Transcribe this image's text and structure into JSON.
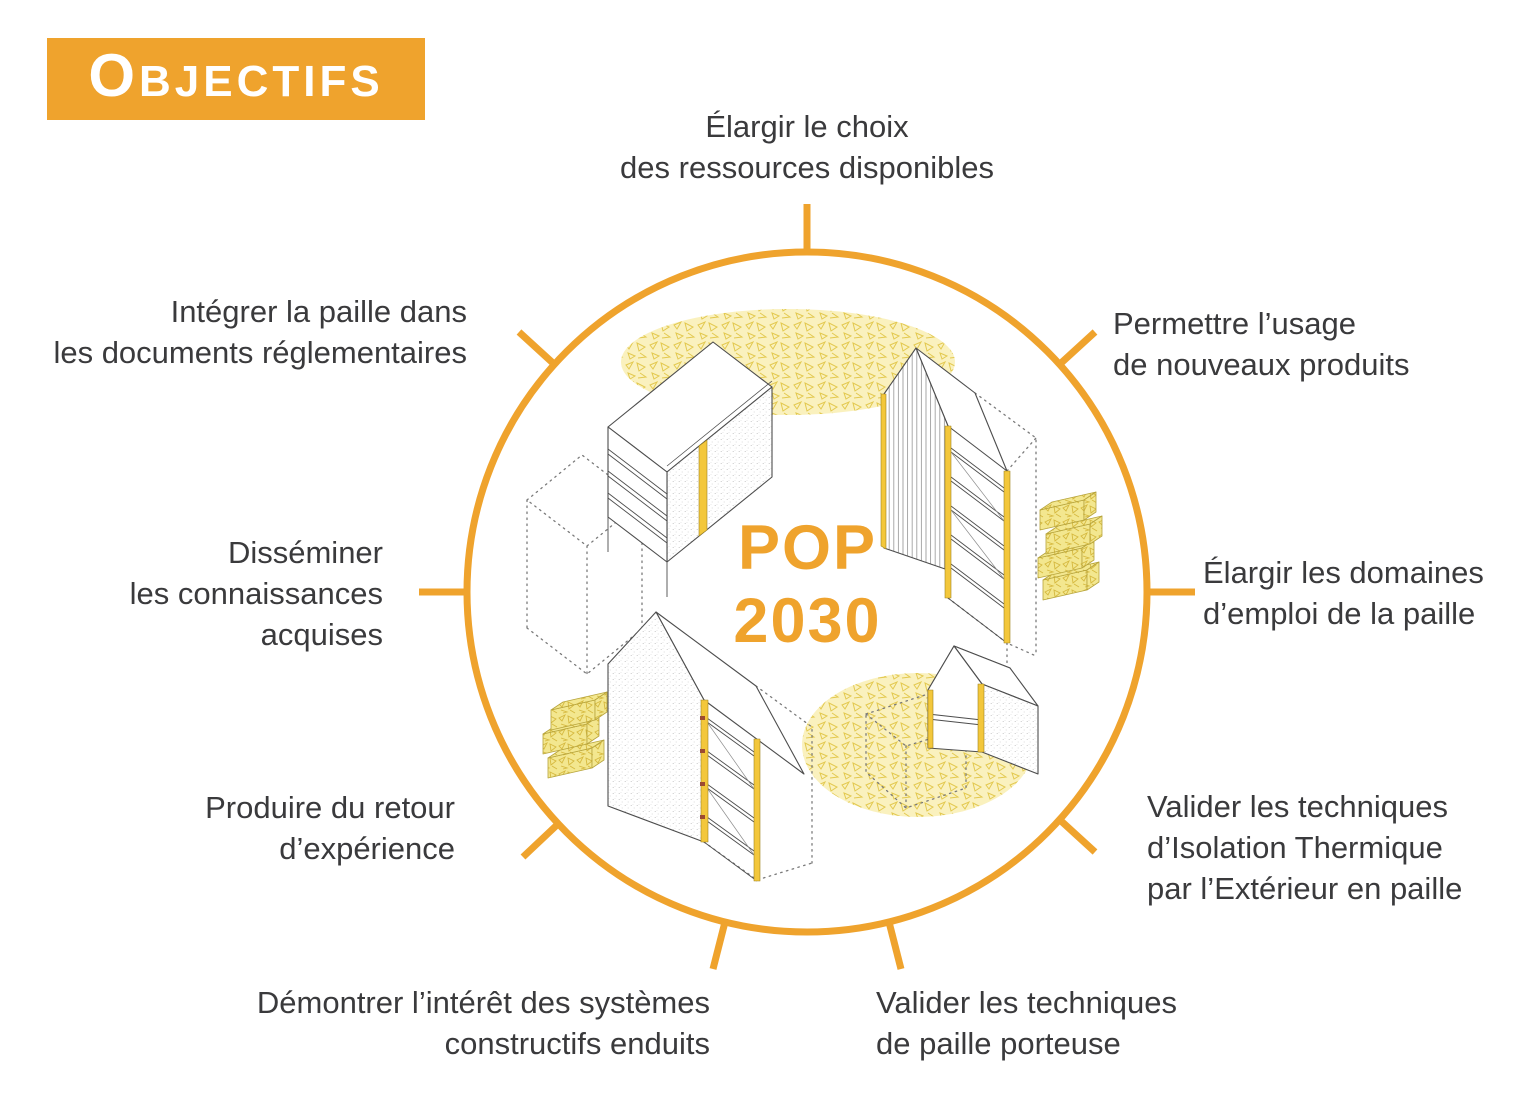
{
  "header": {
    "title": "Objectifs"
  },
  "center": {
    "line1": "POP",
    "line2": "2030"
  },
  "objectives": [
    {
      "id": "top",
      "lines": [
        "Élargir le choix",
        "des ressources disponibles"
      ]
    },
    {
      "id": "top-right",
      "lines": [
        "Permettre l’usage",
        "de nouveaux produits"
      ]
    },
    {
      "id": "right",
      "lines": [
        "Élargir les domaines",
        "d’emploi de la paille"
      ]
    },
    {
      "id": "bottom-right",
      "lines": [
        "Valider les techniques",
        "d’Isolation Thermique",
        "par l’Extérieur en paille"
      ]
    },
    {
      "id": "bottom-center-right",
      "lines": [
        "Valider les techniques",
        "de paille porteuse"
      ]
    },
    {
      "id": "bottom-center-left",
      "lines": [
        "Démontrer l’intérêt des systèmes",
        "constructifs enduits"
      ]
    },
    {
      "id": "bottom-left",
      "lines": [
        "Produire du retour",
        "d’expérience"
      ]
    },
    {
      "id": "left",
      "lines": [
        "Disséminer",
        "les connaissances",
        "acquises"
      ]
    },
    {
      "id": "top-left",
      "lines": [
        "Intégrer la paille dans",
        "les documents réglementaires"
      ]
    }
  ],
  "illustrations": [
    "orange-ring-with-ticks",
    "shelf-building-isometric",
    "tall-gable-building-isometric",
    "large-gable-building-isometric",
    "small-house-isometric",
    "straw-bale-stacks",
    "straw-patches",
    "dotted-ghost-volumes"
  ],
  "colors": {
    "accent_orange": "#EFA32D",
    "text_dark": "#3A3A3C",
    "straw_yellow": "#F3E78F",
    "gold_column": "#F3C73B",
    "header_text": "#FFFFFF"
  }
}
